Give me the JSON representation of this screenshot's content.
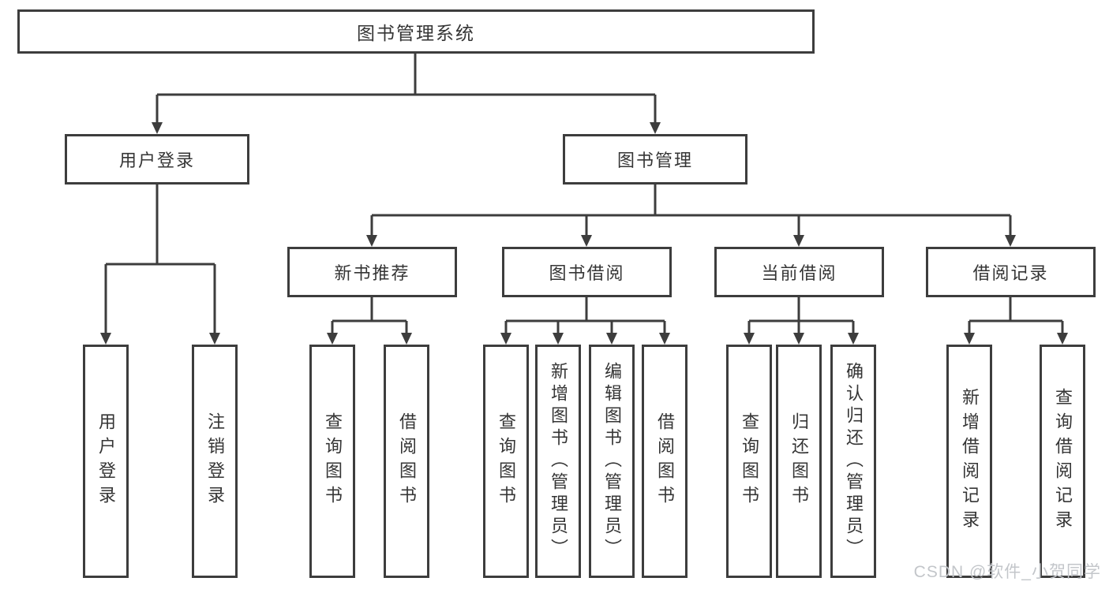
{
  "colors": {
    "line": "#3d3d3d",
    "text": "#353535",
    "background": "#ffffff",
    "watermark": "#c3c6ca"
  },
  "root": {
    "label": "图书管理系统"
  },
  "branches": {
    "user_login": {
      "label": "用户登录"
    },
    "book_management": {
      "label": "图书管理"
    }
  },
  "modules": {
    "new_book_recommend": {
      "label": "新书推荐"
    },
    "book_borrow": {
      "label": "图书借阅"
    },
    "current_borrow": {
      "label": "当前借阅"
    },
    "borrow_record": {
      "label": "借阅记录"
    }
  },
  "leaves": {
    "login_user_login": "用户登录",
    "login_logout": "注销登录",
    "recommend_query_book": "查询图书",
    "recommend_borrow_book": "借阅图书",
    "borrow_query_book": "查询图书",
    "borrow_add_book": "新增图书（管理员）",
    "borrow_edit_book": "编辑图书（管理员）",
    "borrow_borrow_book": "借阅图书",
    "current_query_book": "查询图书",
    "current_return_book": "归还图书",
    "current_confirm_return": "确认归还（管理员）",
    "record_add_record": "新增借阅记录",
    "record_query_record": "查询借阅记录"
  },
  "watermark": {
    "text": "CSDN @软件_小贺同学"
  }
}
